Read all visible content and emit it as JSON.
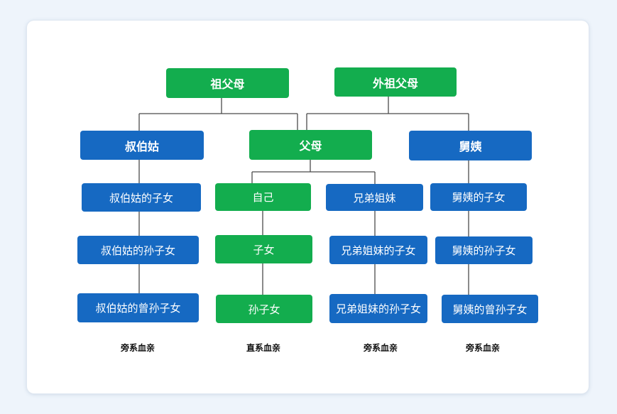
{
  "diagram": {
    "nodes": {
      "grandparents": "祖父母",
      "maternal_grandparents": "外祖父母",
      "uncles_aunts_paternal": "叔伯姑",
      "parents": "父母",
      "uncles_aunts_maternal": "舅姨",
      "paternal_cousins": "叔伯姑的子女",
      "self": "自己",
      "siblings": "兄弟姐妹",
      "maternal_cousins": "舅姨的子女",
      "paternal_grandnephews": "叔伯姑的孙子女",
      "children": "子女",
      "siblings_children": "兄弟姐妹的子女",
      "maternal_grandnephews": "舅姨的孙子女",
      "paternal_great_grandnephews": "叔伯姑的曾孙子女",
      "grandchildren": "孙子女",
      "siblings_grandchildren": "兄弟姐妹的孙子女",
      "maternal_great_grandnephews": "舅姨的曾孙子女"
    },
    "column_labels": {
      "col1": "旁系血亲",
      "col2": "直系血亲",
      "col3": "旁系血亲",
      "col4": "旁系血亲"
    },
    "colors": {
      "green": "#13ad4e",
      "blue": "#1669c2",
      "line": "#4a4a4a"
    }
  }
}
